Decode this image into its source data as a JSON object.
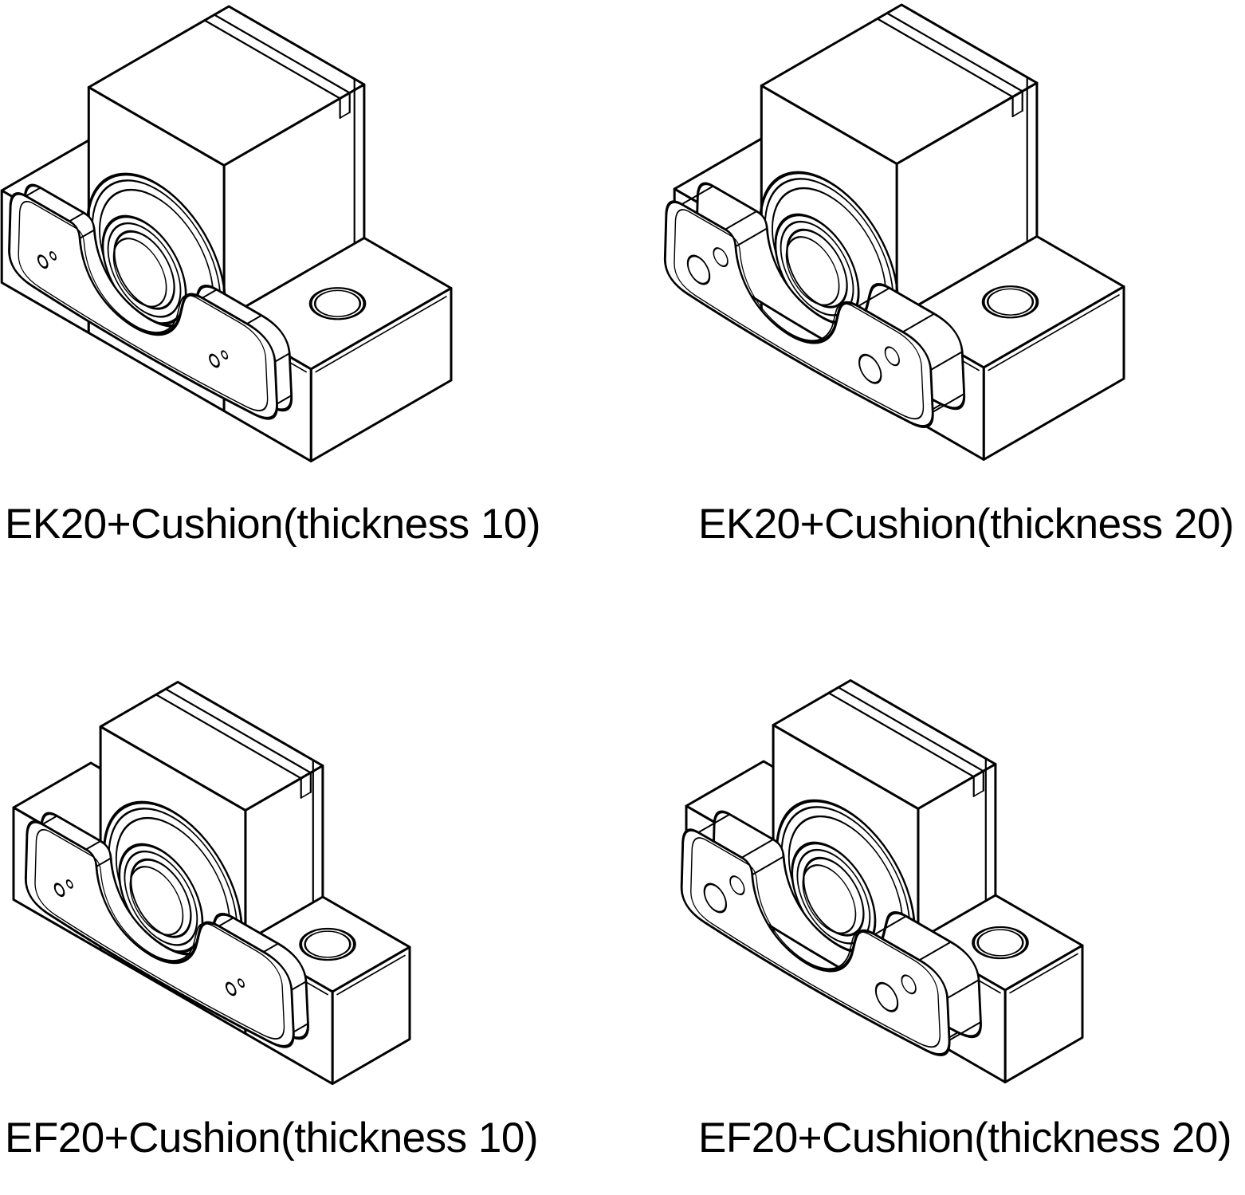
{
  "page": {
    "background": "#ffffff",
    "line_color": "#000000",
    "text_color": "#000000"
  },
  "figures": [
    {
      "id": "ek20-cushion-10",
      "unit_type": "EK20",
      "cushion_thickness": 10,
      "label": "EK20+Cushion(thickness 10)"
    },
    {
      "id": "ek20-cushion-20",
      "unit_type": "EK20",
      "cushion_thickness": 20,
      "label": "EK20+Cushion(thickness 20)"
    },
    {
      "id": "ef20-cushion-10",
      "unit_type": "EF20",
      "cushion_thickness": 10,
      "label": "EF20+Cushion(thickness 10)"
    },
    {
      "id": "ef20-cushion-20",
      "unit_type": "EF20",
      "cushion_thickness": 20,
      "label": "EF20+Cushion(thickness 20)"
    }
  ]
}
